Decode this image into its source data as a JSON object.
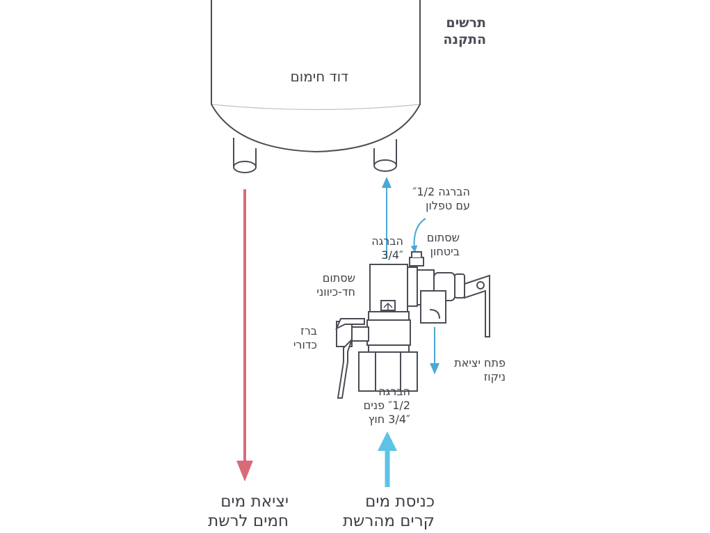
{
  "title": {
    "line1": "תרשים",
    "line2": "התקנה"
  },
  "tank": {
    "label": "דוד חימום"
  },
  "labels": {
    "teflon_thread": {
      "line1": "הברגה ″1/2",
      "line2": "עם טפלון"
    },
    "thread_34": {
      "line1": "הברגה",
      "line2": "3/4″"
    },
    "safety_valve": {
      "line1": "שסתום",
      "line2": "ביטחון"
    },
    "check_valve": {
      "line1": "שסתום",
      "line2": "חד-כיווני"
    },
    "ball_valve": {
      "line1": "ברז",
      "line2": "כדורי"
    },
    "drain_outlet": {
      "line1": "פתח יציאת",
      "line2": "ניקוז"
    },
    "inlet_thread": {
      "line1": "הברגה",
      "line2": "″1/2 פנים",
      "line3": "3/4″ חוץ"
    },
    "hot_out": {
      "line1": "יציאת מים",
      "line2": "חמים לרשת"
    },
    "cold_in": {
      "line1": "כניסת מים",
      "line2": "קרים מהרשת"
    }
  },
  "colors": {
    "hot_arrow": "#d96a78",
    "cold_arrow": "#5cc3e6",
    "flow_arrow": "#4aa8d4",
    "line": "#4a4d55"
  }
}
